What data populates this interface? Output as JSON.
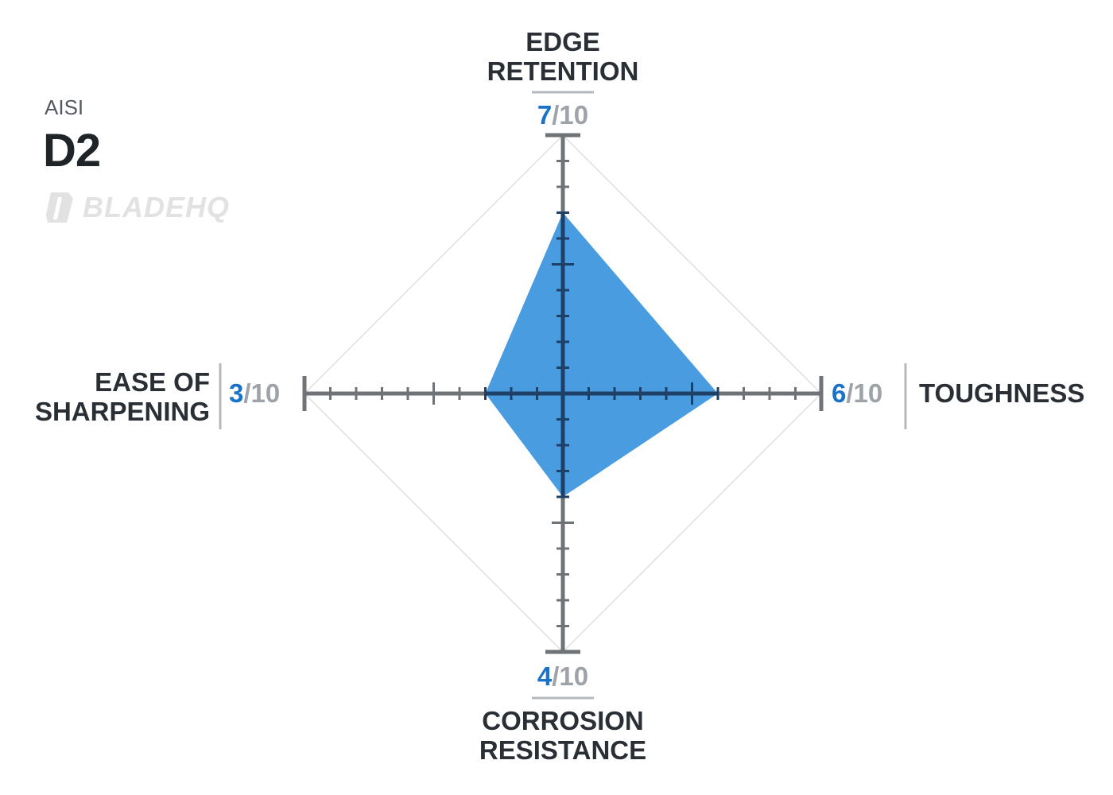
{
  "brand": {
    "series": "AISI",
    "title": "D2",
    "logo_text": "BLADEHQ"
  },
  "colors": {
    "fill": "#4a9ce0",
    "axis": "#6f7377",
    "axis_inner": "#1e3f66",
    "grid": "#dedede",
    "score_accent": "#1a73c8",
    "score_muted": "#9da3a8",
    "label": "#2a2f35"
  },
  "chart_data": {
    "type": "radar",
    "max": 10,
    "axes": [
      {
        "key": "top",
        "label_lines": [
          "EDGE",
          "RETENTION"
        ],
        "value": 7,
        "max_label": "/10"
      },
      {
        "key": "right",
        "label_lines": [
          "TOUGHNESS"
        ],
        "value": 6,
        "max_label": "/10"
      },
      {
        "key": "bottom",
        "label_lines": [
          "CORROSION",
          "RESISTANCE"
        ],
        "value": 4,
        "max_label": "/10"
      },
      {
        "key": "left",
        "label_lines": [
          "EASE OF",
          "SHARPENING"
        ],
        "value": 3,
        "max_label": "/10"
      }
    ]
  }
}
